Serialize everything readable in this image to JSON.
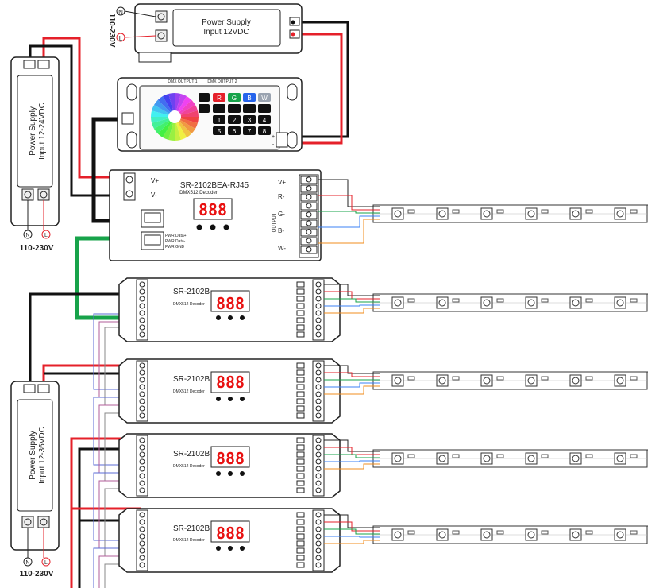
{
  "top_psu": {
    "title": "Power Supply",
    "subtitle": "Input 12VDC",
    "mains": "110-230V",
    "n": "N",
    "l": "L"
  },
  "left_psu1": {
    "title": "Power Supply",
    "subtitle": "Input 12-24VDC",
    "mains": "110-230V",
    "n": "N",
    "l": "L"
  },
  "left_psu2": {
    "title": "Power Supply",
    "subtitle": "Input 12-36VDC",
    "mains": "110-230V",
    "n": "N",
    "l": "L"
  },
  "controller": {
    "port_left": "DMX OUTPUT 1",
    "port_right": "DMX OUTPUT 2",
    "vplus": "+",
    "vminus": "-",
    "buttons_row1": [
      "R",
      "G",
      "B",
      "W"
    ],
    "buttons_row2": [
      "1",
      "2",
      "3",
      "4"
    ],
    "buttons_row3": [
      "5",
      "6",
      "7",
      "8"
    ]
  },
  "master_decoder": {
    "title": "SR-2102BEA-RJ45",
    "subtitle": "DMX512 Decoder",
    "display": "888",
    "vplus": "V+",
    "vminus": "V-",
    "out_vplus": "V+",
    "out_r": "R-",
    "out_g": "G-",
    "out_b": "B-",
    "out_w": "W-",
    "output_label": "OUTPUT",
    "dmx_labels": [
      "PWR Data+",
      "PWR Data-",
      "PWR GND"
    ]
  },
  "slave_decoders": [
    {
      "title": "SR-2102B",
      "subtitle": "DMX512 Decoder",
      "display": "888"
    },
    {
      "title": "SR-2102B",
      "subtitle": "DMX512 Decoder",
      "display": "888"
    },
    {
      "title": "SR-2102B",
      "subtitle": "DMX512 Decoder",
      "display": "888"
    },
    {
      "title": "SR-2102B",
      "subtitle": "DMX512 Decoder",
      "display": "888"
    }
  ],
  "colors": {
    "red_wire": "#e5202a",
    "black_wire": "#111111",
    "green_wire": "#17a34a",
    "blue_wire": "#3b82f6",
    "orange_wire": "#f08c1e",
    "led_digit": "#e81010"
  }
}
